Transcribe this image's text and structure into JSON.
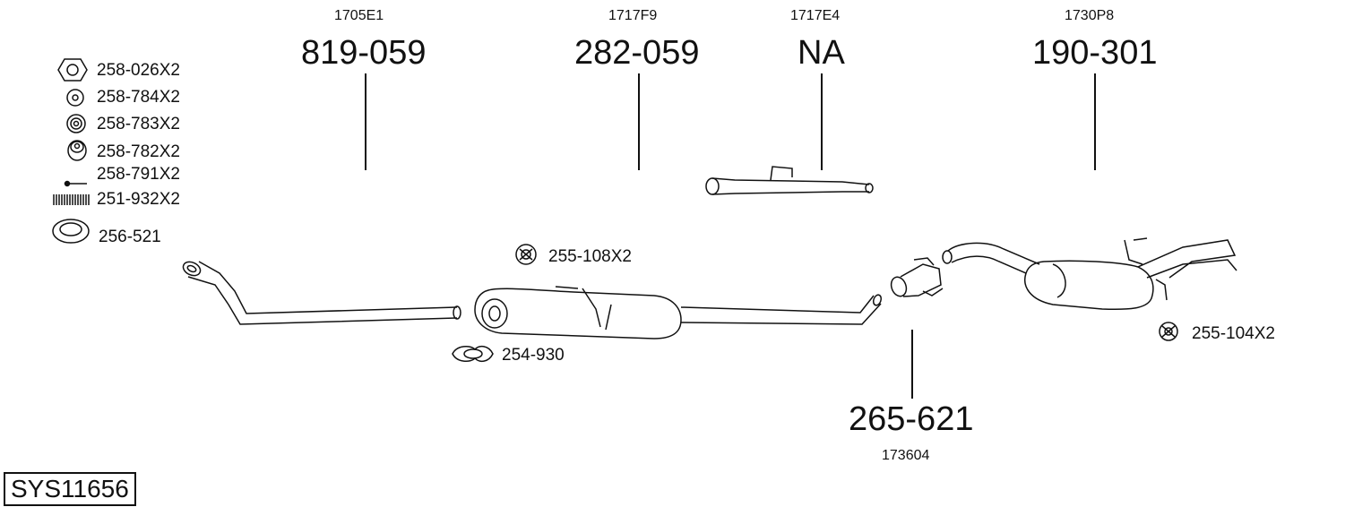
{
  "diagram_code": "SYS11656",
  "hardware": [
    {
      "label": "258-026X2",
      "icon": "hex-nut-icon"
    },
    {
      "label": "258-784X2",
      "icon": "washer-icon"
    },
    {
      "label": "258-783X2",
      "icon": "spring-washer-icon"
    },
    {
      "label": "258-782X2",
      "icon": "double-washer-icon"
    },
    {
      "label": "258-791X2",
      "icon": "bolt-icon"
    },
    {
      "label": "251-932X2",
      "icon": "spring-icon"
    },
    {
      "label": "256-521",
      "icon": "gasket-ring-icon"
    }
  ],
  "parts": [
    {
      "part": "819-059",
      "oe": "1705E1"
    },
    {
      "part": "282-059",
      "oe": "1717F9"
    },
    {
      "part": "NA",
      "oe": "1717E4"
    },
    {
      "part": "190-301",
      "oe": "1730P8"
    },
    {
      "part": "265-621",
      "oe": "173604"
    }
  ],
  "fittings": {
    "hanger_front": "255-108X2",
    "clamp": "254-930",
    "hanger_rear": "255-104X2"
  }
}
